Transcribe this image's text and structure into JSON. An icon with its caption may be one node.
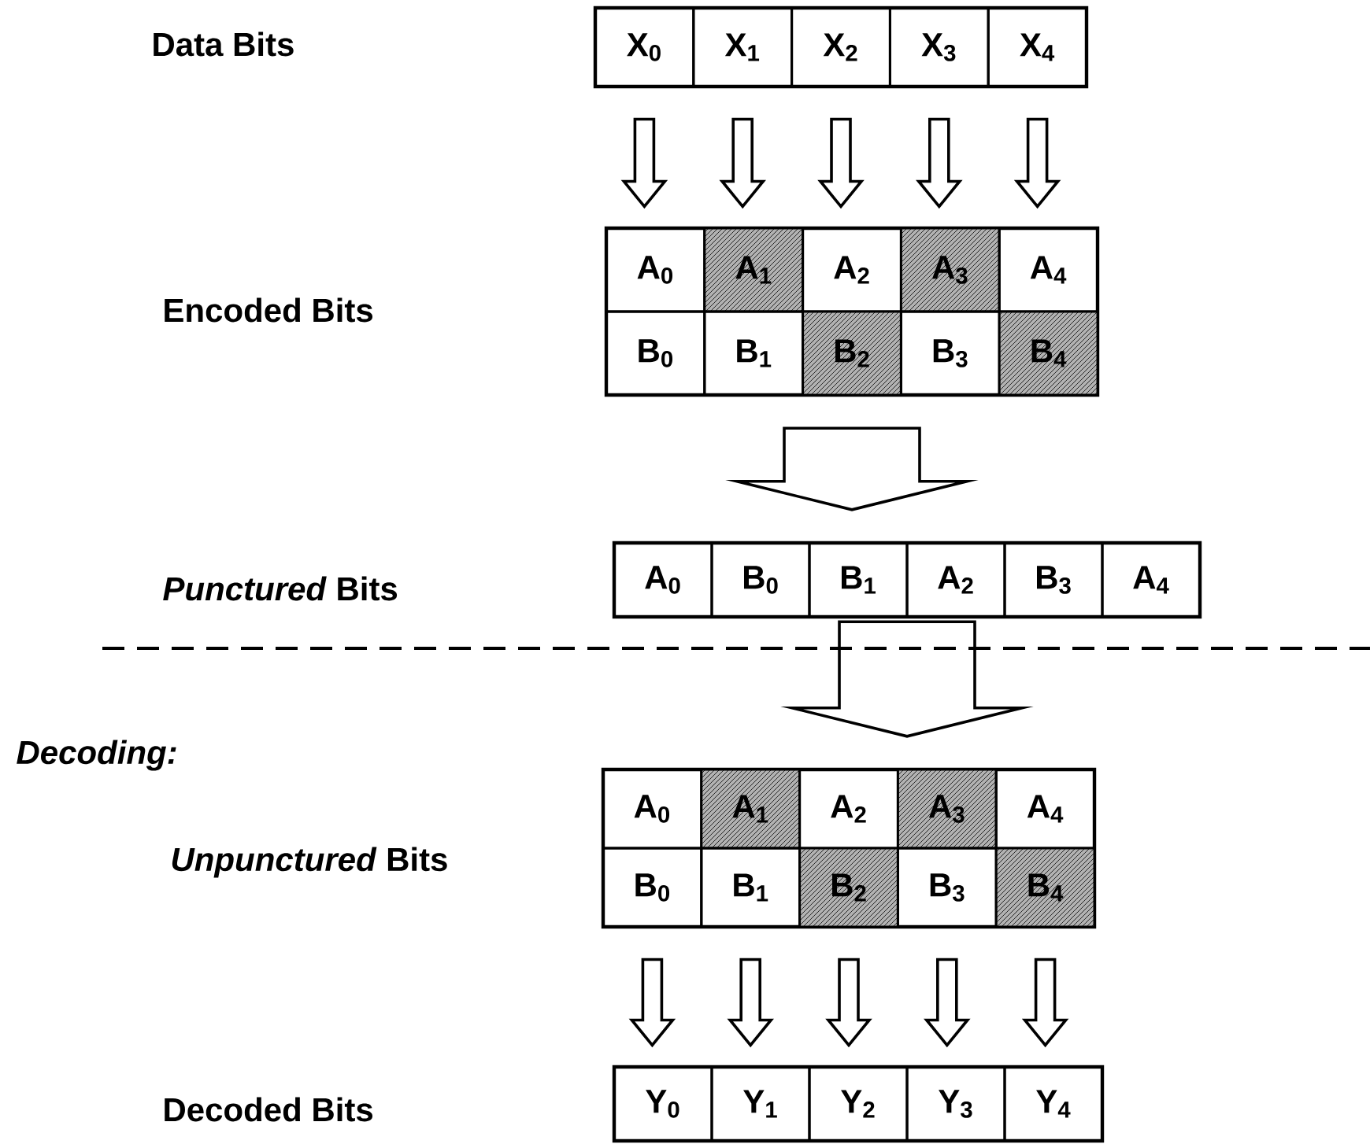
{
  "diagram": {
    "nodes": [
      {
        "text": [],
        "shape": "box"
      },
      {
        "text": [
          "X$_{0}$"
        ],
        "in": 0
      },
      {
        "text": [
          "X$_{1}$"
        ],
        "in": 0
      },
      {
        "text": [
          "X$_{2}$"
        ],
        "in": 0
      },
      {
        "text": [
          "X$_{3}$"
        ],
        "in": 0
      },
      {
        "text": [
          "X$_{4}$"
        ],
        "in": 0
      },
      {
        "text": [],
        "shape": "box"
      },
      {
        "text": [
          "A$_{0}$"
        ],
        "in": 6
      },
      {
        "text": [
          "A$_{1}$"
        ],
        "in": 6
      },
      {
        "text": [
          "A$_{2}$"
        ],
        "in": 6
      },
      {
        "text": [
          "A$_{3}$"
        ],
        "in": 6
      },
      {
        "text": [
          "A$_{4}$"
        ],
        "in": 6
      },
      {
        "text": [
          "B$_{0}$"
        ],
        "in": 6
      },
      {
        "text": [
          "B$_{1}$"
        ],
        "in": 6
      },
      {
        "text": [
          "B$_{2}$"
        ],
        "in": 6
      },
      {
        "text": [
          "B$_{3}$"
        ],
        "in": 6
      },
      {
        "text": [
          "B$_{4}$"
        ],
        "in": 6
      },
      {
        "text": [],
        "shape": "box"
      },
      {
        "text": [
          "A$_{0}$"
        ],
        "in": 17
      },
      {
        "text": [
          "B$_{0}$"
        ],
        "in": 17
      },
      {
        "text": [
          "B$_{1}$"
        ],
        "in": 17
      },
      {
        "text": [
          "A$_{2}$"
        ],
        "in": 17
      },
      {
        "text": [
          "B$_{3}$"
        ],
        "in": 17
      },
      {
        "text": [
          "A$_{4}$"
        ],
        "in": 17
      },
      {
        "text": [],
        "shape": "box"
      },
      {
        "text": [
          "A$_{0}$"
        ],
        "in": 24
      },
      {
        "text": [
          "A$_{1}$"
        ],
        "in": 24
      },
      {
        "text": [
          "A$_{2}$"
        ],
        "in": 24
      },
      {
        "text": [
          "A$_{3}$"
        ],
        "in": 24
      },
      {
        "text": [
          "A$_{4}$"
        ],
        "in": 24
      },
      {
        "text": [
          "B$_{0}$"
        ],
        "in": 24
      },
      {
        "text": [
          "B$_{1}$"
        ],
        "in": 24
      },
      {
        "text": [
          "B$_{2}$"
        ],
        "in": 24
      },
      {
        "text": [
          "B$_{3}$"
        ],
        "in": 24
      },
      {
        "text": [
          "B$_{4}$"
        ],
        "in": 24
      },
      {
        "text": [],
        "shape": "box"
      },
      {
        "text": [
          "Y$_{0}$"
        ],
        "in": 35
      },
      {
        "text": [
          "Y$_{1}$"
        ],
        "in": 35
      },
      {
        "text": [
          "Y$_{2}$"
        ],
        "in": 35
      },
      {
        "text": [
          "Y$_{3}$"
        ],
        "in": 35
      },
      {
        "text": [
          "Y$_{4}$"
        ],
        "in": 35
      }
    ],
    "edges": [
      {
        "from": 1,
        "to": 7,
        "arrow": "to"
      },
      {
        "from": 2,
        "to": 8,
        "arrow": "to"
      },
      {
        "from": 3,
        "to": 9,
        "arrow": "to"
      },
      {
        "from": 4,
        "to": 10,
        "arrow": "to"
      },
      {
        "from": 5,
        "to": 11,
        "arrow": "to"
      },
      {
        "from": 6,
        "to": 17,
        "arrow": "to"
      },
      {
        "from": 17,
        "to": 24,
        "arrow": "to"
      },
      {
        "from": 30,
        "to": 36,
        "arrow": "to"
      },
      {
        "from": 31,
        "to": 37,
        "arrow": "to"
      },
      {
        "from": 32,
        "to": 38,
        "arrow": "to"
      },
      {
        "from": 33,
        "to": 39,
        "arrow": "to"
      },
      {
        "from": 34,
        "to": 40,
        "arrow": "to"
      }
    ],
    "labels": [
      "Data Bits",
      "Encoded Bits",
      "*Punctured* Bits",
      "Decoding:",
      "*Unpunctured* Bits",
      "Decoded Bits"
    ]
  }
}
